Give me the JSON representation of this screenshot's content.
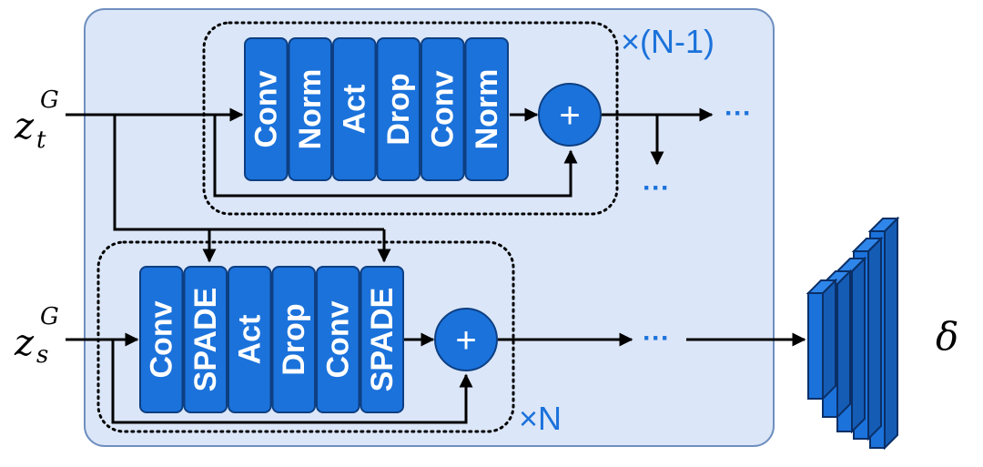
{
  "colors": {
    "panel_fill": "#dbe6f8",
    "panel_stroke": "#6f8fbf",
    "block_fill": "#1b72db",
    "block_stroke": "#0d3f82",
    "accent_text": "#1b72db",
    "arrow": "#000000"
  },
  "inputs": {
    "zt": {
      "base": "z",
      "sub": "t",
      "sup": "G"
    },
    "zs": {
      "base": "z",
      "sub": "s",
      "sup": "G"
    }
  },
  "top_branch": {
    "blocks": [
      "Conv",
      "Norm",
      "Act",
      "Drop",
      "Conv",
      "Norm"
    ],
    "repeat_label": "×(N-1)",
    "sum_symbol": "+",
    "continuation_right": "···",
    "continuation_down": "···"
  },
  "bottom_branch": {
    "blocks": [
      "Conv",
      "SPADE",
      "Act",
      "Drop",
      "Conv",
      "SPADE"
    ],
    "repeat_label": "×N",
    "sum_symbol": "+",
    "continuation_right": "···"
  },
  "output": {
    "symbol": "δ",
    "stack_icon": "stacked-feature-maps-icon"
  }
}
